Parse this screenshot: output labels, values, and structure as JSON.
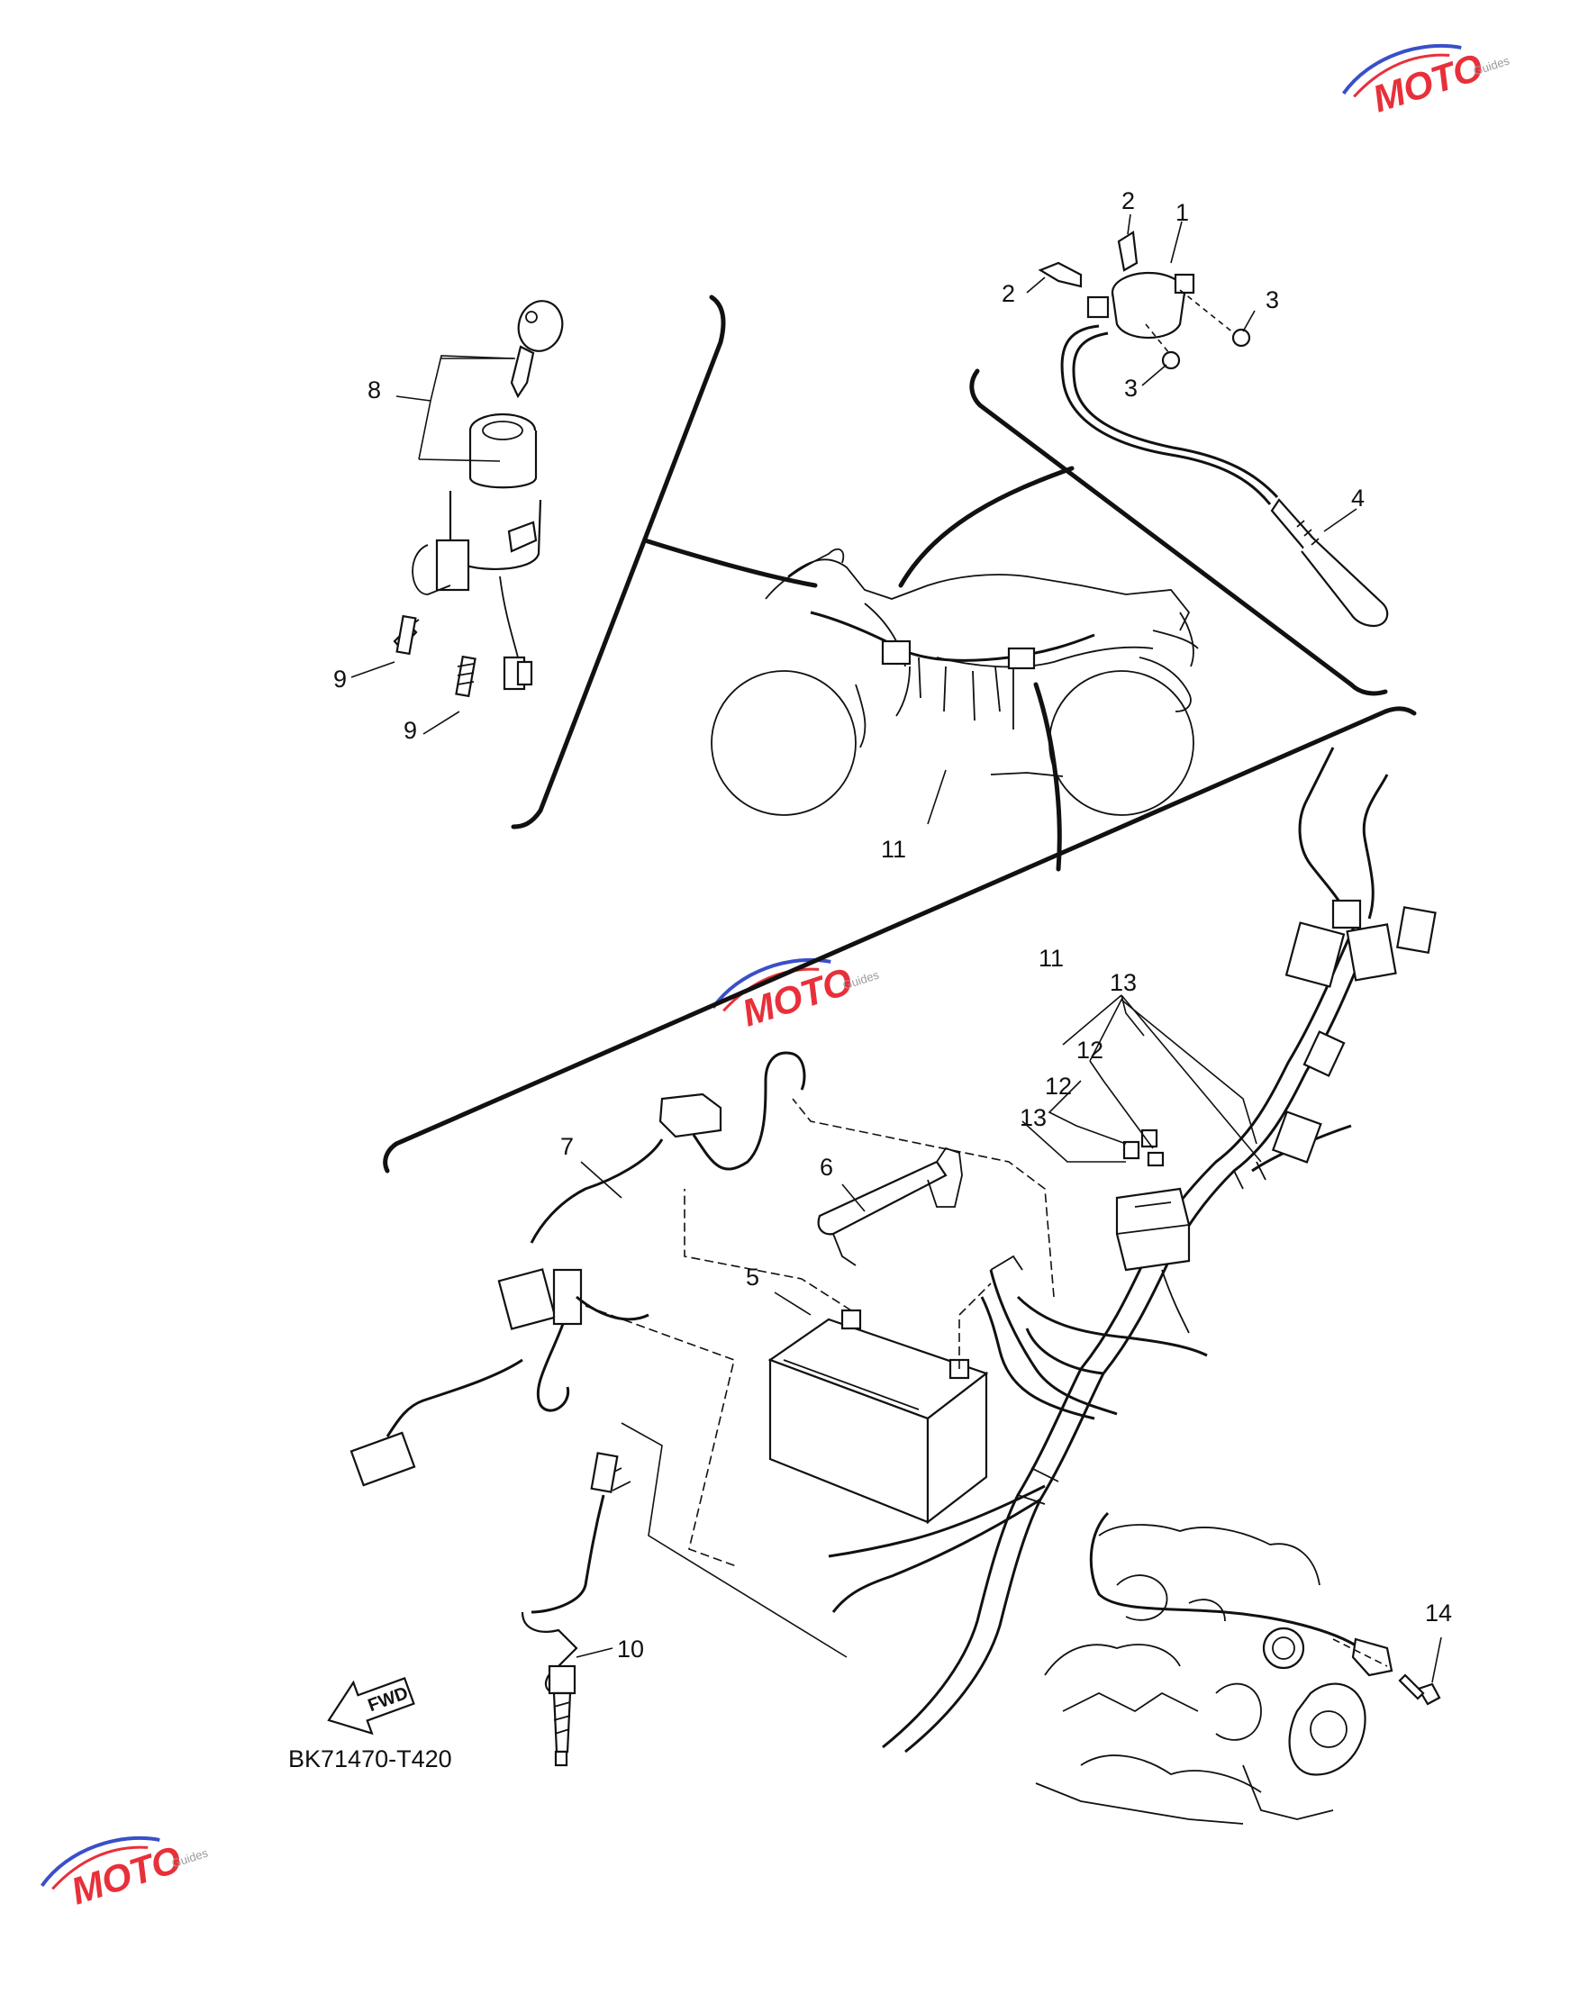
{
  "diagram": {
    "drawing_code": "BK71470-T420",
    "direction_label": "FWD",
    "callouts": {
      "c1": "1",
      "c2a": "2",
      "c2b": "2",
      "c3a": "3",
      "c3b": "3",
      "c4": "4",
      "c5": "5",
      "c6": "6",
      "c7": "7",
      "c8": "8",
      "c9a": "9",
      "c9b": "9",
      "c10": "10",
      "c11a": "11",
      "c11b": "11",
      "c12a": "12",
      "c12b": "12",
      "c13a": "13",
      "c13b": "13",
      "c14": "14"
    },
    "watermark": {
      "brand": "MOTO",
      "tagline": "Guides",
      "colors": {
        "red": "#e8303a",
        "blue": "#3a4fc8",
        "grey": "#9a9a9a"
      }
    }
  }
}
